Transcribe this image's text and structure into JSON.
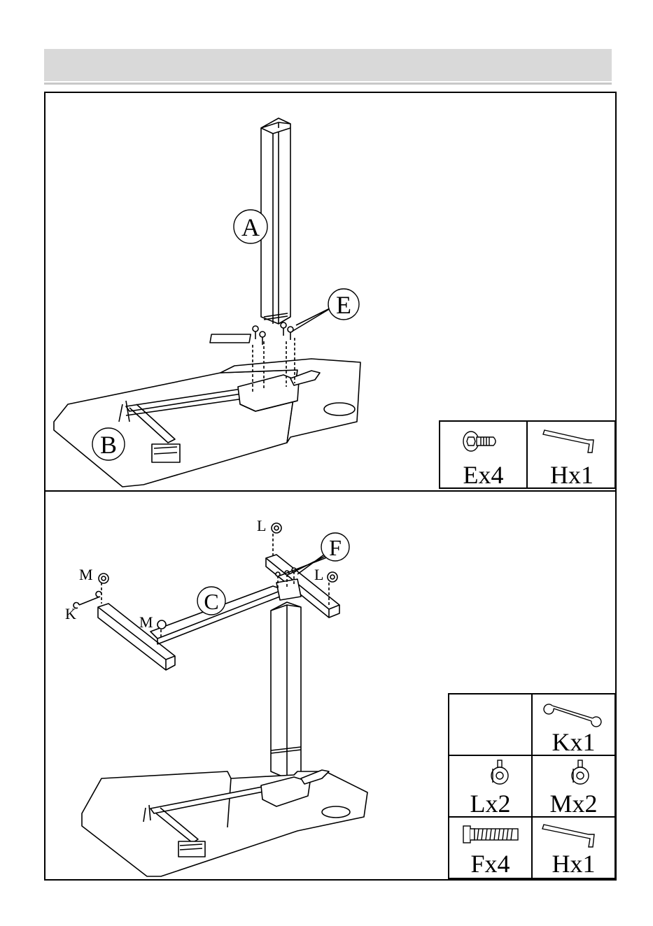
{
  "step1": {
    "labels": {
      "A": "A",
      "B": "B",
      "E": "E"
    },
    "parts": [
      {
        "icon": "screw-icon",
        "text": "Ex4"
      },
      {
        "icon": "hex-key-icon",
        "text": "Hx1"
      }
    ]
  },
  "step2": {
    "labels": {
      "C": "C",
      "F": "F",
      "L1": "L",
      "L2": "L",
      "M1": "M",
      "M2": "M",
      "K": "K"
    },
    "parts": [
      {
        "icon": "wrench-icon",
        "text": "Kx1"
      },
      {
        "icon": "caster-wheel-icon",
        "text": "Lx2"
      },
      {
        "icon": "caster-wheel-icon",
        "text": "Mx2"
      },
      {
        "icon": "bolt-icon",
        "text": "Fx4"
      },
      {
        "icon": "hex-key-icon",
        "text": "Hx1"
      }
    ]
  }
}
